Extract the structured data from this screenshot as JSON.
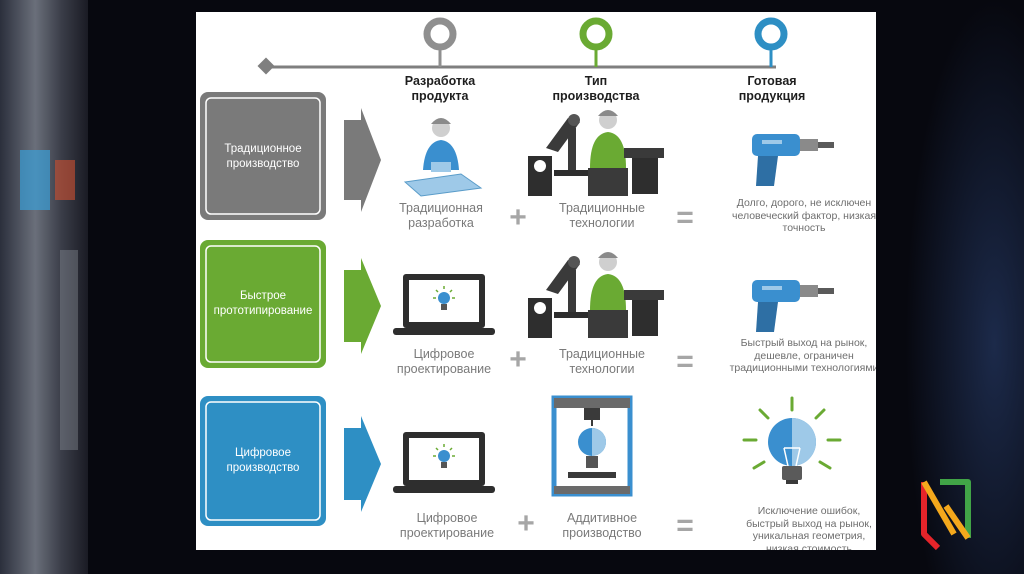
{
  "colors": {
    "traditional": "#7a7a7a",
    "rapid": "#6aaa33",
    "digital": "#2e8fc4",
    "connector_gray": "#8f8f8f",
    "connector_green": "#6aaa33",
    "connector_blue": "#2e8fc4"
  },
  "headers": {
    "development": "Разработка продукта",
    "production_type": "Тип производства",
    "finished_product": "Готовая продукция"
  },
  "rows": [
    {
      "label": "Традиционное производство",
      "development": "Традиционная разработка",
      "production": "Традиционные технологии",
      "result": "Долго, дорого, не исключен человеческий фактор, низкая точность",
      "development_icon": "engineer-blueprint-icon",
      "production_icon": "worker-machine-icon",
      "product_icon": "drill-icon"
    },
    {
      "label": "Быстрое прототипирование",
      "development": "Цифровое проектирование",
      "production": "Традиционные технологии",
      "result": "Быстрый выход на рынок, дешевле, ограничен традиционными технологиями",
      "development_icon": "laptop-bulb-icon",
      "production_icon": "worker-machine-icon",
      "product_icon": "drill-icon"
    },
    {
      "label": "Цифровое производство",
      "development": "Цифровое проектирование",
      "production": "Аддитивное производство",
      "result": "Исключение ошибок, быстрый выход на рынок, уникальная геометрия, низкая стоимость",
      "development_icon": "laptop-bulb-icon",
      "production_icon": "3d-printer-icon",
      "product_icon": "lightbulb-icon"
    }
  ],
  "operators": {
    "plus": "+",
    "equals": "="
  }
}
